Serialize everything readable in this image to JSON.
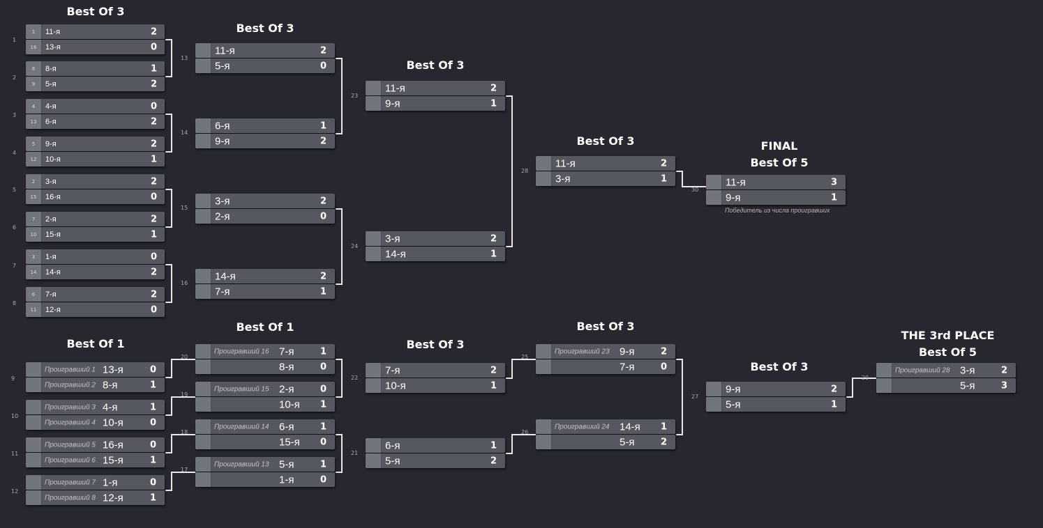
{
  "headers": {
    "r1": "Best Of 3",
    "r2": "Best Of 3",
    "r3": "Best Of 3",
    "r4": "Best Of 3",
    "final_title": "FINAL",
    "final_format": "Best Of 5",
    "lr1": "Best Of 1",
    "lr2": "Best Of 1",
    "lr3": "Best Of 3",
    "lr4": "Best Of 3",
    "lr5": "Best Of 3",
    "third_title": "THE 3rd PLACE",
    "third_format": "Best Of 5"
  },
  "final_note": "Победитель из числа проигравших",
  "side_numbers": [
    "1",
    "2",
    "3",
    "4",
    "5",
    "6",
    "7",
    "8",
    "9",
    "10",
    "11",
    "12"
  ],
  "winners_r1": [
    {
      "top": {
        "seed": "1",
        "team": "11-я",
        "score": "2"
      },
      "bottom": {
        "seed": "16",
        "team": "13-я",
        "score": "0"
      }
    },
    {
      "top": {
        "seed": "8",
        "team": "8-я",
        "score": "1"
      },
      "bottom": {
        "seed": "9",
        "team": "5-я",
        "score": "2"
      }
    },
    {
      "top": {
        "seed": "4",
        "team": "4-я",
        "score": "0"
      },
      "bottom": {
        "seed": "13",
        "team": "6-я",
        "score": "2"
      }
    },
    {
      "top": {
        "seed": "5",
        "team": "9-я",
        "score": "2"
      },
      "bottom": {
        "seed": "12",
        "team": "10-я",
        "score": "1"
      }
    },
    {
      "top": {
        "seed": "2",
        "team": "3-я",
        "score": "2"
      },
      "bottom": {
        "seed": "15",
        "team": "16-я",
        "score": "0"
      }
    },
    {
      "top": {
        "seed": "7",
        "team": "2-я",
        "score": "2"
      },
      "bottom": {
        "seed": "10",
        "team": "15-я",
        "score": "1"
      }
    },
    {
      "top": {
        "seed": "3",
        "team": "1-я",
        "score": "0"
      },
      "bottom": {
        "seed": "14",
        "team": "14-я",
        "score": "2"
      }
    },
    {
      "top": {
        "seed": "6",
        "team": "7-я",
        "score": "2"
      },
      "bottom": {
        "seed": "11",
        "team": "12-я",
        "score": "0"
      }
    }
  ],
  "winners_r2": [
    {
      "num": "13",
      "top": {
        "team": "11-я",
        "score": "2"
      },
      "bottom": {
        "team": "5-я",
        "score": "0"
      }
    },
    {
      "num": "14",
      "top": {
        "team": "6-я",
        "score": "1"
      },
      "bottom": {
        "team": "9-я",
        "score": "2"
      }
    },
    {
      "num": "15",
      "top": {
        "team": "3-я",
        "score": "2"
      },
      "bottom": {
        "team": "2-я",
        "score": "0"
      }
    },
    {
      "num": "16",
      "top": {
        "team": "14-я",
        "score": "2"
      },
      "bottom": {
        "team": "7-я",
        "score": "1"
      }
    }
  ],
  "winners_r3": [
    {
      "num": "23",
      "top": {
        "team": "11-я",
        "score": "2"
      },
      "bottom": {
        "team": "9-я",
        "score": "1"
      }
    },
    {
      "num": "24",
      "top": {
        "team": "3-я",
        "score": "2"
      },
      "bottom": {
        "team": "14-я",
        "score": "1"
      }
    }
  ],
  "winners_r4": [
    {
      "num": "28",
      "top": {
        "team": "11-я",
        "score": "2"
      },
      "bottom": {
        "team": "3-я",
        "score": "1"
      }
    }
  ],
  "final": {
    "num": "30",
    "top": {
      "team": "11-я",
      "score": "3"
    },
    "bottom": {
      "team": "9-я",
      "score": "1"
    }
  },
  "losers_r1": [
    {
      "num": "20",
      "top": {
        "from": "Проигравший 1",
        "team": "13-я",
        "score": "0"
      },
      "bottom": {
        "from": "Проигравший 2",
        "team": "8-я",
        "score": "1"
      }
    },
    {
      "num": "19",
      "top": {
        "from": "Проигравший 3",
        "team": "4-я",
        "score": "1"
      },
      "bottom": {
        "from": "Проигравший 4",
        "team": "10-я",
        "score": "0"
      }
    },
    {
      "num": "18",
      "top": {
        "from": "Проигравший 5",
        "team": "16-я",
        "score": "0"
      },
      "bottom": {
        "from": "Проигравший 6",
        "team": "15-я",
        "score": "1"
      }
    },
    {
      "num": "17",
      "top": {
        "from": "Проигравший 7",
        "team": "1-я",
        "score": "0"
      },
      "bottom": {
        "from": "Проигравший 8",
        "team": "12-я",
        "score": "1"
      }
    }
  ],
  "losers_r2": [
    {
      "num": "22",
      "top": {
        "from": "Проигравший 16",
        "team": "7-я",
        "score": "1"
      },
      "bottom": {
        "from": "",
        "team": "8-я",
        "score": "0"
      }
    },
    {
      "num": "22",
      "top": {
        "from": "Проигравший 15",
        "team": "2-я",
        "score": "0"
      },
      "bottom": {
        "from": "",
        "team": "10-я",
        "score": "1"
      }
    },
    {
      "num": "21",
      "top": {
        "from": "Проигравший 14",
        "team": "6-я",
        "score": "1"
      },
      "bottom": {
        "from": "",
        "team": "15-я",
        "score": "0"
      }
    },
    {
      "num": "21",
      "top": {
        "from": "Проигравший 13",
        "team": "5-я",
        "score": "1"
      },
      "bottom": {
        "from": "",
        "team": "1-я",
        "score": "0"
      }
    }
  ],
  "losers_r3": [
    {
      "num": "25",
      "top": {
        "team": "7-я",
        "score": "2"
      },
      "bottom": {
        "team": "10-я",
        "score": "1"
      }
    },
    {
      "num": "26",
      "top": {
        "team": "6-я",
        "score": "1"
      },
      "bottom": {
        "team": "5-я",
        "score": "2"
      }
    }
  ],
  "losers_r4": [
    {
      "num": "27",
      "top": {
        "from": "Проигравший 23",
        "team": "9-я",
        "score": "2"
      },
      "bottom": {
        "from": "",
        "team": "7-я",
        "score": "0"
      }
    },
    {
      "num": "27",
      "top": {
        "from": "Проигравший 24",
        "team": "14-я",
        "score": "1"
      },
      "bottom": {
        "from": "",
        "team": "5-я",
        "score": "2"
      }
    }
  ],
  "losers_r5": [
    {
      "num": "29",
      "top": {
        "team": "9-я",
        "score": "2"
      },
      "bottom": {
        "team": "5-я",
        "score": "1"
      }
    }
  ],
  "third_place": {
    "top": {
      "from": "Проигравший 28",
      "team": "3-я",
      "score": "2"
    },
    "bottom": {
      "from": "",
      "team": "5-я",
      "score": "3"
    }
  }
}
